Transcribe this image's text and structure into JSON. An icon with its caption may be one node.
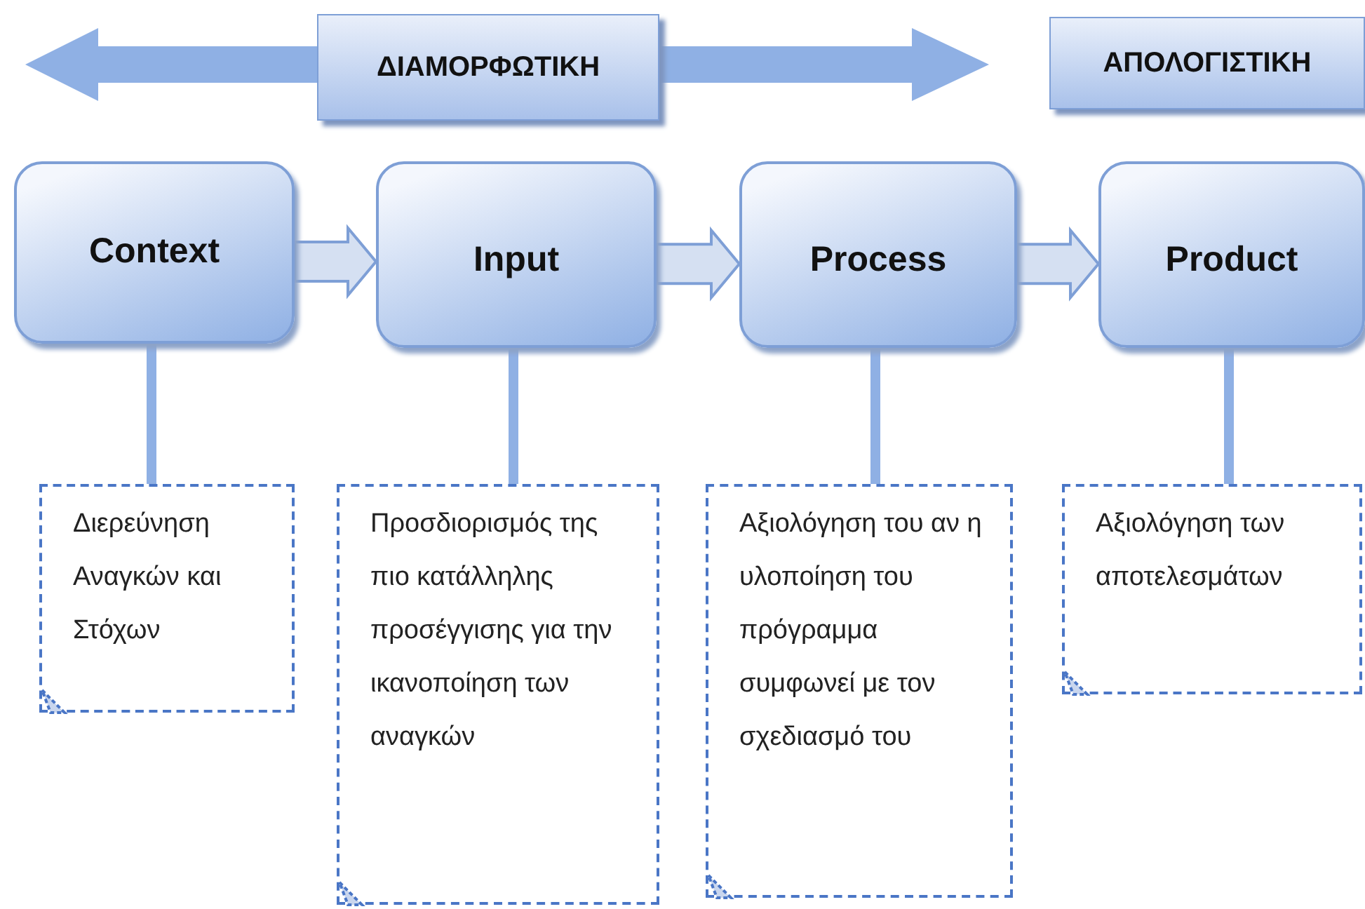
{
  "diagram": {
    "nodes": [
      {
        "text": [
          "ΔΙΑΜΟΡΦΩΤΙΚΗ"
        ]
      },
      {
        "text": [
          "ΑΠΟΛΟΓΙΣΤΙΚΗ"
        ]
      },
      {
        "text": [
          "Context"
        ]
      },
      {
        "text": [
          "Input"
        ]
      },
      {
        "text": [
          "Process"
        ]
      },
      {
        "text": [
          "Product"
        ]
      },
      {
        "text": [
          "Διερεύνηση Αναγκών και Στόχων"
        ]
      },
      {
        "text": [
          "Προσδιορισμός της πιο κατάλληλης προσέγγισης για την ικανοποίηση των αναγκών"
        ]
      },
      {
        "text": [
          "Αξιολόγηση του αν η υλοποίηση του πρόγραμμα συμφωνεί με τον σχεδιασμό του"
        ]
      },
      {
        "text": [
          "Αξιολόγηση των αποτελεσμάτων"
        ]
      }
    ],
    "edges": [
      {
        "from": 2,
        "to": 3,
        "arrow": "to"
      },
      {
        "from": 3,
        "to": 4,
        "arrow": "to"
      },
      {
        "from": 4,
        "to": 5,
        "arrow": "to"
      },
      {
        "from": 2,
        "to": 6,
        "arrow": "none"
      },
      {
        "from": 3,
        "to": 7,
        "arrow": "none"
      },
      {
        "from": 4,
        "to": 8,
        "arrow": "none"
      },
      {
        "from": 5,
        "to": 9,
        "arrow": "none"
      }
    ]
  }
}
